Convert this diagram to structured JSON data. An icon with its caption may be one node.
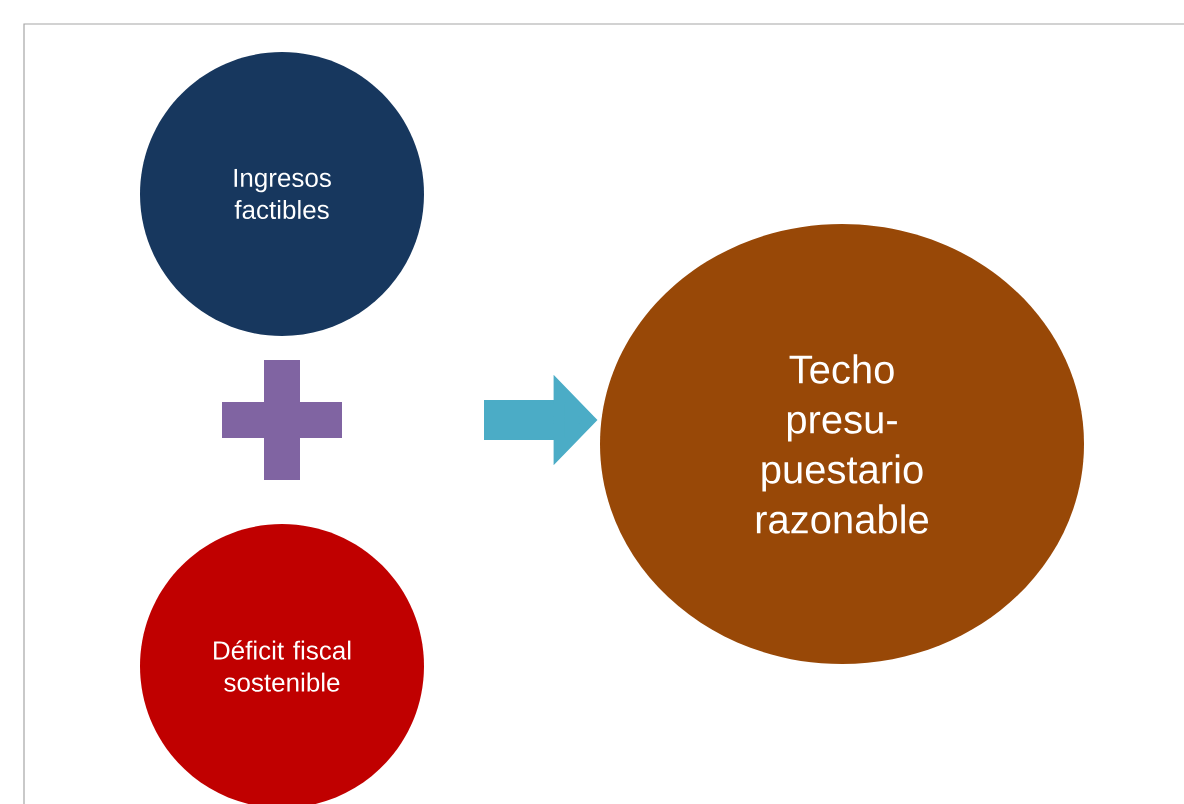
{
  "diagram": {
    "nodes": [
      {
        "text": [
          "Ingresos factibles"
        ]
      },
      {
        "text": [
          "Déficit fiscal sostenible"
        ]
      },
      {
        "text": [
          "Techo presu- puestario razonable"
        ]
      }
    ],
    "edges": [
      {
        "from": null,
        "to": 2,
        "arrow": "to"
      }
    ]
  }
}
